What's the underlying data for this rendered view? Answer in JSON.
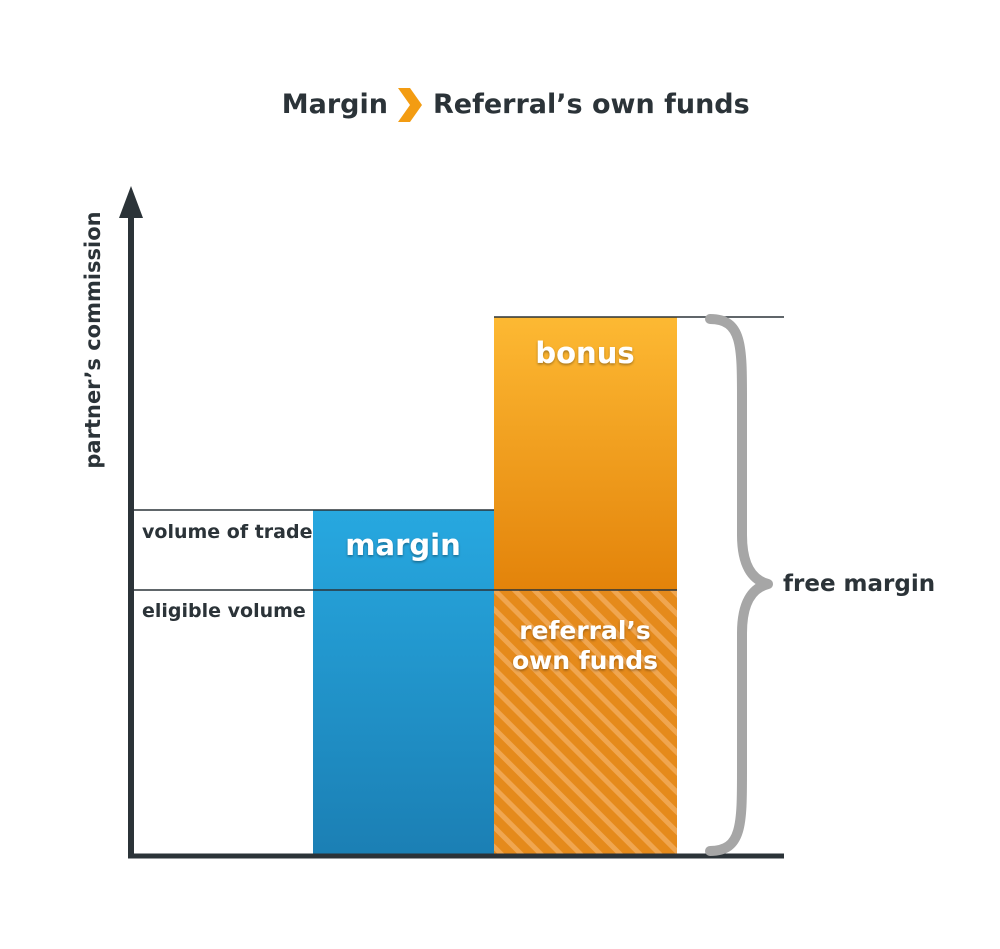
{
  "title": {
    "left": "Margin",
    "right": "Referral’s own funds"
  },
  "axis": {
    "y_label": "partner’s commission"
  },
  "rows": {
    "volume_of_trade": "volume of trade",
    "eligible_volume": "eligible volume"
  },
  "bars": {
    "margin": "margin",
    "bonus": "bonus",
    "funds_line1": "referral’s",
    "funds_line2": "own funds"
  },
  "brace": {
    "label": "free margin"
  },
  "colors": {
    "margin_top": "#27a8e0",
    "margin_bottom": "#1b7fb4",
    "bonus_top": "#fdb933",
    "bonus_bottom": "#e3830a",
    "funds_base": "#e58a1b",
    "funds_stripe": "#f0a650",
    "chevron": "#f39c12",
    "axis": "#2b3338",
    "brace": "#a6a6a6"
  }
}
